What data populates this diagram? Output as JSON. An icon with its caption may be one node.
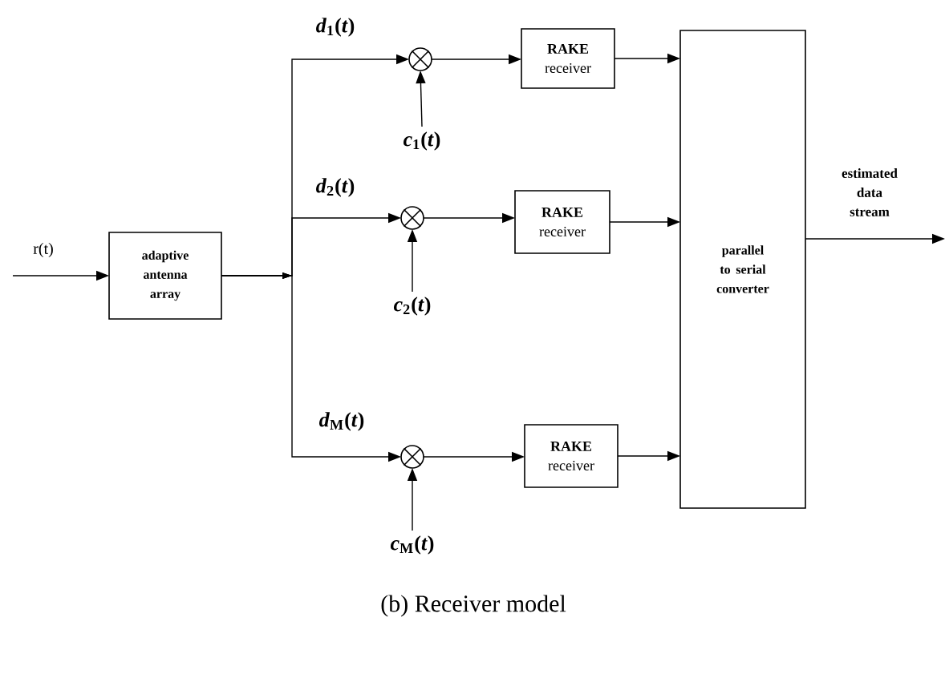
{
  "diagram": {
    "caption": "(b) Receiver model",
    "nodes": [
      {
        "text": [
          "adaptive antenna array"
        ]
      },
      {
        "text": [],
        "shape": "circle"
      },
      {
        "text": [
          "**RAKE** receiver"
        ]
      },
      {
        "text": [
          "*c*$_{1}$(*t*)"
        ]
      },
      {
        "text": [],
        "shape": "circle"
      },
      {
        "text": [
          "**RAKE** receiver"
        ]
      },
      {
        "text": [
          "*c*$_{2}$(*t*)"
        ]
      },
      {
        "text": [],
        "shape": "circle"
      },
      {
        "text": [
          "**RAKE** receiver"
        ]
      },
      {
        "text": [
          "*c*$_{M}$(*t*)"
        ]
      },
      {
        "text": [
          "parallel to serial converter"
        ]
      }
    ],
    "edges": [
      {
        "from": null,
        "to": 0,
        "arrow": "to",
        "label": "r(t)"
      },
      {
        "from": 0,
        "to": 1,
        "arrow": "to",
        "label": "*d*$_{1}$(*t*)"
      },
      {
        "from": 0,
        "to": 4,
        "arrow": "to",
        "label": "*d*$_{2}$(*t*)"
      },
      {
        "from": 0,
        "to": 7,
        "arrow": "to",
        "label": "*d*$_{M}$(*t*)"
      },
      {
        "from": 3,
        "to": 1,
        "arrow": "to"
      },
      {
        "from": 1,
        "to": 2,
        "arrow": "to"
      },
      {
        "from": 2,
        "to": 10,
        "arrow": "to"
      },
      {
        "from": 6,
        "to": 4,
        "arrow": "to"
      },
      {
        "from": 4,
        "to": 5,
        "arrow": "to"
      },
      {
        "from": 5,
        "to": 10,
        "arrow": "to"
      },
      {
        "from": 9,
        "to": 7,
        "arrow": "to"
      },
      {
        "from": 7,
        "to": 8,
        "arrow": "to"
      },
      {
        "from": 8,
        "to": 10,
        "arrow": "to"
      },
      {
        "from": 10,
        "to": null,
        "arrow": "to",
        "label": "estimated data stream"
      }
    ]
  }
}
